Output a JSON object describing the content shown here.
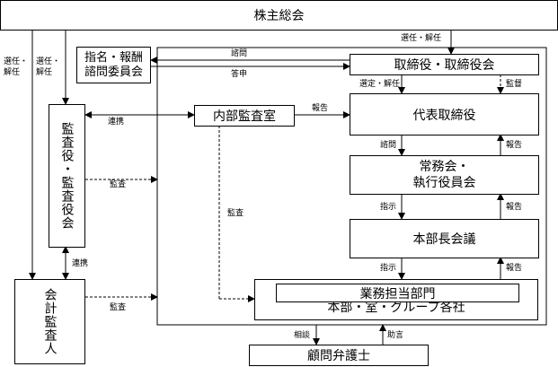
{
  "nodes": {
    "shareholders": "株主総会",
    "nomination_line1": "指名・報酬",
    "nomination_line2": "諮問委員会",
    "board": "取締役・取締役会",
    "representative": "代表取締役",
    "executive_line1": "常務会・",
    "executive_line2": "執行役員会",
    "division_heads": "本部長会議",
    "business_dept": "業務担当部門",
    "divisions": "本部・室・グループ各社",
    "internal_audit": "内部監査室",
    "auditors": "監査役・監査役会",
    "accounting_auditor": "会計監査人",
    "legal_advisor": "顧問弁護士"
  },
  "labels": {
    "elect_dismiss": "選任・解任",
    "elect_dismiss_left1_a": "選任・",
    "elect_dismiss_left1_b": "解任",
    "elect_dismiss_left2_a": "選任・",
    "elect_dismiss_left2_b": "解任",
    "consult": "諮問",
    "answer": "答申",
    "appoint_dismiss": "選定・解任",
    "supervise": "監督",
    "cooperation": "連携",
    "report_audit": "報告",
    "audit_board": "監査",
    "audit_internal": "監査",
    "cooperation2": "連携",
    "audit_accounting": "監査",
    "consult_exec": "諮問",
    "report_exec": "報告",
    "instruct1": "指示",
    "report2": "報告",
    "instruct2": "指示",
    "report3": "報告",
    "legal_consult": "相談",
    "legal_advice": "助言"
  }
}
